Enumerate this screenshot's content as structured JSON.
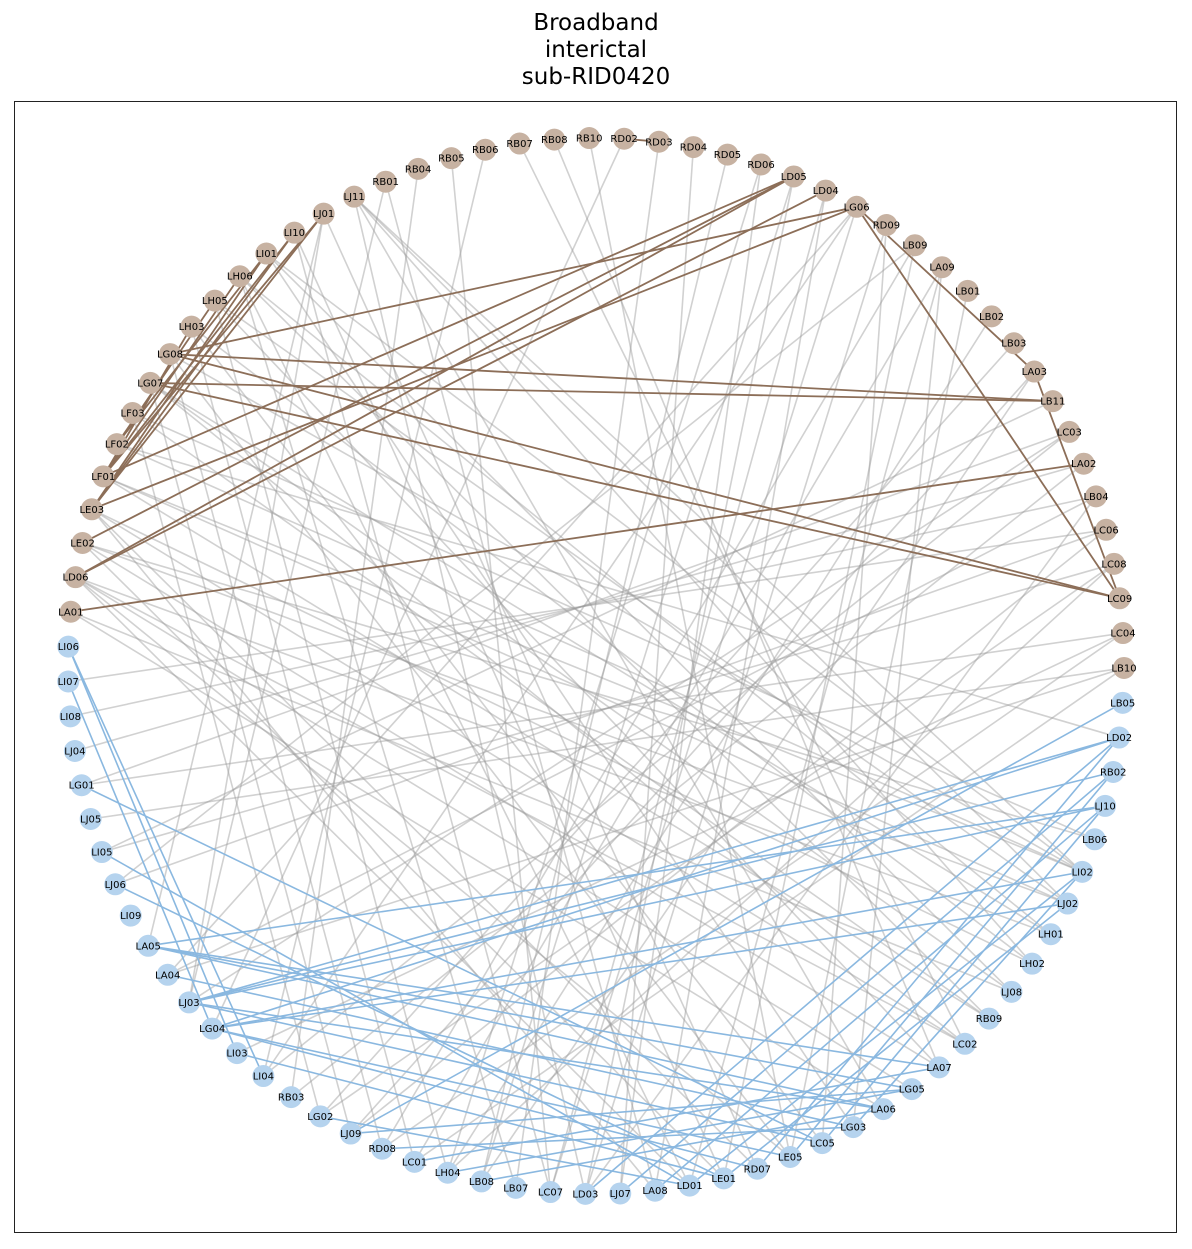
{
  "title": "Broadband\ninterictal\nsub-RID0420",
  "colors": {
    "upper_node": "#c7b2a2",
    "lower_node": "#b5d3ee",
    "upper_edge": "#8c6e58",
    "lower_edge": "#8ab8e0",
    "cross_edge": "#bdbdbd"
  },
  "nodes": [
    "LB05",
    "LD02",
    "RB02",
    "LJ10",
    "LB06",
    "LI02",
    "LJ02",
    "LH01",
    "LH02",
    "LJ08",
    "RB09",
    "LC02",
    "LA07",
    "LG05",
    "LA06",
    "LG03",
    "LC05",
    "LE05",
    "RD07",
    "LE01",
    "LD01",
    "LA08",
    "LJ07",
    "LD03",
    "LC07",
    "LB07",
    "LB08",
    "LH04",
    "LC01",
    "RD08",
    "LJ09",
    "LG02",
    "RB03",
    "LI04",
    "LI03",
    "LG04",
    "LJ03",
    "LA04",
    "LA05",
    "LJ09b",
    "LJ06",
    "LI05",
    "LJ05",
    "LG01",
    "LJ04",
    "LI08",
    "LI07",
    "LI06",
    "LA01",
    "LD06",
    "LE02",
    "LE03",
    "LF01",
    "LF02",
    "LF03",
    "LG07",
    "LG08",
    "LH03",
    "LH05",
    "LH06",
    "LI01",
    "LI10",
    "LJ01",
    "LJ11",
    "RB01",
    "RB04",
    "RB05",
    "RB06",
    "RB07",
    "RB08",
    "RB10",
    "RD02",
    "RD03",
    "RD04",
    "RD05",
    "RD06",
    "LD05",
    "LD04",
    "LG06",
    "RD09",
    "LB09",
    "LA09",
    "LB01",
    "LB02",
    "LB03",
    "LA03",
    "LB11",
    "LC03",
    "LA02",
    "LB04",
    "LC06",
    "LC08",
    "LC09",
    "LC04",
    "LB10"
  ],
  "node_labels": [
    "LB05",
    "LD02",
    "RB02",
    "LJ10",
    "LB06",
    "LI02",
    "LJ02",
    "LH01",
    "LH02",
    "LJ08",
    "RB09",
    "LC02",
    "LA07",
    "LG05",
    "LA06",
    "LG03",
    "LC05",
    "LE05",
    "RD07",
    "LE01",
    "LD01",
    "LA08",
    "LJ07",
    "LD03",
    "LC07",
    "LB07",
    "LB08",
    "LH04",
    "LC01",
    "RD08",
    "LJ09",
    "LG02",
    "RB03",
    "LI04",
    "LI03",
    "LG04",
    "LJ03",
    "LA04",
    "LA05",
    "LI09",
    "LJ06",
    "LI05",
    "LJ05",
    "LG01",
    "LJ04",
    "LI08",
    "LI07",
    "LI06",
    "LA01",
    "LD06",
    "LE02",
    "LE03",
    "LF01",
    "LF02",
    "LF03",
    "LG07",
    "LG08",
    "LH03",
    "LH05",
    "LH06",
    "LI01",
    "LI10",
    "LJ01",
    "LJ11",
    "RB01",
    "RB04",
    "RB05",
    "RB06",
    "RB07",
    "RB08",
    "RB10",
    "RD02",
    "RD03",
    "RD04",
    "RD05",
    "RD06",
    "LD05",
    "LD04",
    "LG06",
    "RD09",
    "LB09",
    "LA09",
    "LB01",
    "LB02",
    "LB03",
    "LA03",
    "LB11",
    "LC03",
    "LA02",
    "LB04",
    "LC06",
    "LC08",
    "LC09",
    "LC04",
    "LB10"
  ],
  "community_split": 48,
  "upper_edges": [
    [
      "LD05",
      "LD06"
    ],
    [
      "LD05",
      "LE02"
    ],
    [
      "LD04",
      "LD06"
    ],
    [
      "LG06",
      "LE03"
    ],
    [
      "LG06",
      "LG08"
    ],
    [
      "LB11",
      "LG08"
    ],
    [
      "LB11",
      "LG07"
    ],
    [
      "LA02",
      "LA01"
    ],
    [
      "LC09",
      "LG07"
    ],
    [
      "LC09",
      "LG08"
    ],
    [
      "LC09",
      "LG06"
    ],
    [
      "LA03",
      "LG06"
    ],
    [
      "LJ01",
      "LE03"
    ],
    [
      "LI10",
      "LF01"
    ],
    [
      "LI01",
      "LF02"
    ],
    [
      "LH06",
      "LF01"
    ],
    [
      "LH05",
      "LF02"
    ],
    [
      "LJ01",
      "LF01"
    ],
    [
      "LI01",
      "LE03"
    ],
    [
      "LH03",
      "LF01"
    ],
    [
      "RD02",
      "RD03"
    ],
    [
      "LI10",
      "LE03"
    ],
    [
      "LA03",
      "LC09"
    ],
    [
      "LD05",
      "LF01"
    ]
  ],
  "lower_edges": [
    [
      "LB05",
      "LJ09"
    ],
    [
      "LD02",
      "LJ03"
    ],
    [
      "LD02",
      "LG04"
    ],
    [
      "RB02",
      "LJ03"
    ],
    [
      "LJ10",
      "LJ03"
    ],
    [
      "LJ10",
      "LA05"
    ],
    [
      "LI02",
      "LG04"
    ],
    [
      "LJ02",
      "LG04"
    ],
    [
      "LI06",
      "LI03"
    ],
    [
      "LI06",
      "LI04"
    ],
    [
      "LI07",
      "LG04"
    ],
    [
      "LG01",
      "LC05"
    ],
    [
      "LA05",
      "LA06"
    ],
    [
      "LA05",
      "LG05"
    ],
    [
      "LA05",
      "LA07"
    ],
    [
      "LA04",
      "LG03"
    ],
    [
      "LJ03",
      "LA06"
    ],
    [
      "LJ03",
      "LC05"
    ],
    [
      "LG04",
      "LE05"
    ],
    [
      "LG04",
      "RD07"
    ],
    [
      "LI03",
      "LE01"
    ],
    [
      "LJ09",
      "LG05"
    ],
    [
      "RD08",
      "LG03"
    ],
    [
      "LC01",
      "LA07"
    ],
    [
      "LH04",
      "LG05"
    ],
    [
      "LB08",
      "LA06"
    ],
    [
      "LD03",
      "LD02"
    ],
    [
      "LJ07",
      "RB02"
    ],
    [
      "LA08",
      "LJ10"
    ],
    [
      "LD01",
      "LI02"
    ],
    [
      "LE01",
      "LJ02"
    ],
    [
      "RD07",
      "LD02"
    ],
    [
      "LE05",
      "RB02"
    ],
    [
      "LC05",
      "LJ10"
    ],
    [
      "LG03",
      "LI02"
    ],
    [
      "LG02",
      "LD01"
    ],
    [
      "LJ06",
      "LE01"
    ],
    [
      "LI05",
      "LD01"
    ]
  ],
  "cross_edges": [
    [
      "LJ11",
      "LI02"
    ],
    [
      "LJ11",
      "LJ02"
    ],
    [
      "LJ01",
      "LA05"
    ],
    [
      "LI01",
      "LI02"
    ],
    [
      "LH06",
      "LH01"
    ],
    [
      "LH05",
      "LJ02"
    ],
    [
      "LH03",
      "LH02"
    ],
    [
      "LG08",
      "LI02"
    ],
    [
      "LG07",
      "LJ08"
    ],
    [
      "LF03",
      "LB06"
    ],
    [
      "LF02",
      "LD02"
    ],
    [
      "LF01",
      "RB09"
    ],
    [
      "LE03",
      "LC02"
    ],
    [
      "LE02",
      "LA07"
    ],
    [
      "LD06",
      "LG05"
    ],
    [
      "LA01",
      "LA06"
    ],
    [
      "RB04",
      "RB03"
    ],
    [
      "RB01",
      "LJ03"
    ],
    [
      "LJ11",
      "LD03"
    ],
    [
      "LJ01",
      "LJ03"
    ],
    [
      "LI10",
      "LC07"
    ],
    [
      "LH06",
      "LB07"
    ],
    [
      "LH05",
      "LH04"
    ],
    [
      "LH03",
      "LC01"
    ],
    [
      "LG08",
      "RD08"
    ],
    [
      "LG07",
      "LJ09"
    ],
    [
      "LF03",
      "LG02"
    ],
    [
      "LD06",
      "LE05"
    ],
    [
      "LE03",
      "RD07"
    ],
    [
      "LE02",
      "LE01"
    ],
    [
      "LD06",
      "LD01"
    ],
    [
      "LE03",
      "LA08"
    ],
    [
      "RD04",
      "LJ07"
    ],
    [
      "RD05",
      "LB08"
    ],
    [
      "RD06",
      "LH04"
    ],
    [
      "LD05",
      "LD03"
    ],
    [
      "LD04",
      "LC07"
    ],
    [
      "LG06",
      "LI04"
    ],
    [
      "LG06",
      "LA04"
    ],
    [
      "RD09",
      "LI09"
    ],
    [
      "LB09",
      "LJ06"
    ],
    [
      "LA09",
      "LD01"
    ],
    [
      "LB11",
      "LI05"
    ],
    [
      "LC03",
      "LG01"
    ],
    [
      "LA02",
      "LJ04"
    ],
    [
      "LB04",
      "LI08"
    ],
    [
      "LC06",
      "LI07"
    ],
    [
      "LC08",
      "LH04"
    ],
    [
      "LC04",
      "RD08"
    ],
    [
      "LB10",
      "LC01"
    ],
    [
      "RB10",
      "LE05"
    ],
    [
      "RB08",
      "LA07"
    ],
    [
      "RB07",
      "LC02"
    ],
    [
      "RB06",
      "LI04"
    ],
    [
      "RB05",
      "LC07"
    ],
    [
      "RD03",
      "LB07"
    ],
    [
      "RD02",
      "LG04"
    ],
    [
      "LD04",
      "LA08"
    ],
    [
      "LA09",
      "LG03"
    ],
    [
      "LB09",
      "LE01"
    ],
    [
      "RD09",
      "LC05"
    ],
    [
      "LC06",
      "LJ09"
    ],
    [
      "LC08",
      "LG02"
    ],
    [
      "LC04",
      "LI03"
    ],
    [
      "LB10",
      "LA04"
    ],
    [
      "LA03",
      "LB08"
    ],
    [
      "LB04",
      "LD03"
    ],
    [
      "LC03",
      "LJ03"
    ],
    [
      "LA02",
      "RB03"
    ],
    [
      "LJ01",
      "RD07"
    ],
    [
      "LJ11",
      "LA06"
    ],
    [
      "LI01",
      "LG03"
    ],
    [
      "LI10",
      "LE01"
    ],
    [
      "LH06",
      "LD01"
    ],
    [
      "LH05",
      "LA07"
    ],
    [
      "LH03",
      "LC05"
    ],
    [
      "LG08",
      "LE05"
    ],
    [
      "LG07",
      "LH01"
    ],
    [
      "LF03",
      "RB09"
    ],
    [
      "LF02",
      "LI02"
    ],
    [
      "LF01",
      "LJ02"
    ],
    [
      "LE03",
      "LH02"
    ],
    [
      "LE02",
      "LB06"
    ],
    [
      "LD06",
      "LC02"
    ],
    [
      "LA01",
      "LJ08"
    ],
    [
      "LD06",
      "LH01"
    ],
    [
      "LE02",
      "LJ02"
    ],
    [
      "LF01",
      "LI02"
    ],
    [
      "LG07",
      "LC02"
    ],
    [
      "LH06",
      "RB09"
    ],
    [
      "LI01",
      "LJ08"
    ],
    [
      "LJ11",
      "LH02"
    ],
    [
      "RB01",
      "LA08"
    ],
    [
      "RD06",
      "LJ07"
    ],
    [
      "LD05",
      "LB08"
    ],
    [
      "LG06",
      "LC07"
    ],
    [
      "RD09",
      "LD03"
    ],
    [
      "LB09",
      "RD08"
    ],
    [
      "LA09",
      "LC01"
    ],
    [
      "LB01",
      "LE05"
    ],
    [
      "LB02",
      "LH04"
    ],
    [
      "LB03",
      "LG02"
    ],
    [
      "LA03",
      "LJ09"
    ],
    [
      "LC03",
      "LI04"
    ],
    [
      "LB04",
      "LA04"
    ],
    [
      "LC06",
      "LJ06"
    ],
    [
      "LC08",
      "LI05"
    ],
    [
      "LC04",
      "LG01"
    ],
    [
      "LB10",
      "LJ05"
    ]
  ]
}
